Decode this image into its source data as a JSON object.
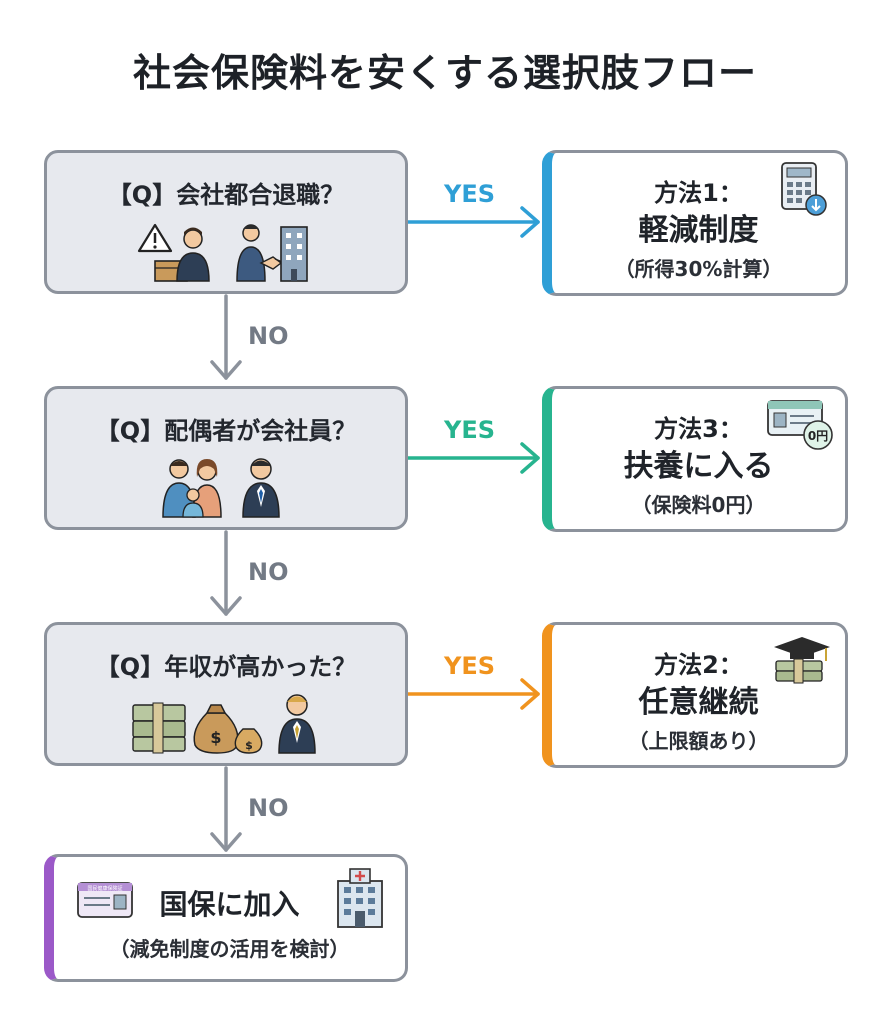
{
  "title": "社会保険料を安くする選択肢フロー",
  "questions": [
    {
      "text": "【Q】会社都合退職？",
      "icons": [
        "warning-sign-icon",
        "cardboard-box-icon",
        "worker-icon",
        "businessman-icon",
        "handshake-icon",
        "office-building-icon"
      ]
    },
    {
      "text": "【Q】配偶者が会社員？",
      "icons": [
        "family-icon",
        "businessman-icon"
      ]
    },
    {
      "text": "【Q】年収が高かった？",
      "icons": [
        "cash-stack-icon",
        "money-bag-icon",
        "businessman-icon"
      ]
    }
  ],
  "answers": [
    {
      "line1": "方法1：",
      "line2": "軽減制度",
      "line3": "（所得30%計算）",
      "color": "#2f9fd6",
      "icon": "calculator-icon"
    },
    {
      "line1": "方法3：",
      "line2": "扶養に入る",
      "line3": "（保険料0円）",
      "color": "#27b48f",
      "icon": "insurance-card-zero-yen-icon",
      "badge": "0円"
    },
    {
      "line1": "方法2：",
      "line2": "任意継続",
      "line3": "（上限額あり）",
      "color": "#f0931e",
      "icon": "money-graduation-cap-icon"
    }
  ],
  "final": {
    "line1": "国保に加入",
    "line2": "（減免制度の活用を検討）",
    "color": "#9b59c8",
    "icons": [
      "insurance-card-icon",
      "hospital-icon"
    ],
    "card_text": "国民健康保険証"
  },
  "labels": {
    "yes": "YES",
    "no": "NO"
  },
  "colors": {
    "box_fill": "#e7e9ee",
    "box_border": "#8c929c",
    "arrow_gray": "#8c929c"
  }
}
